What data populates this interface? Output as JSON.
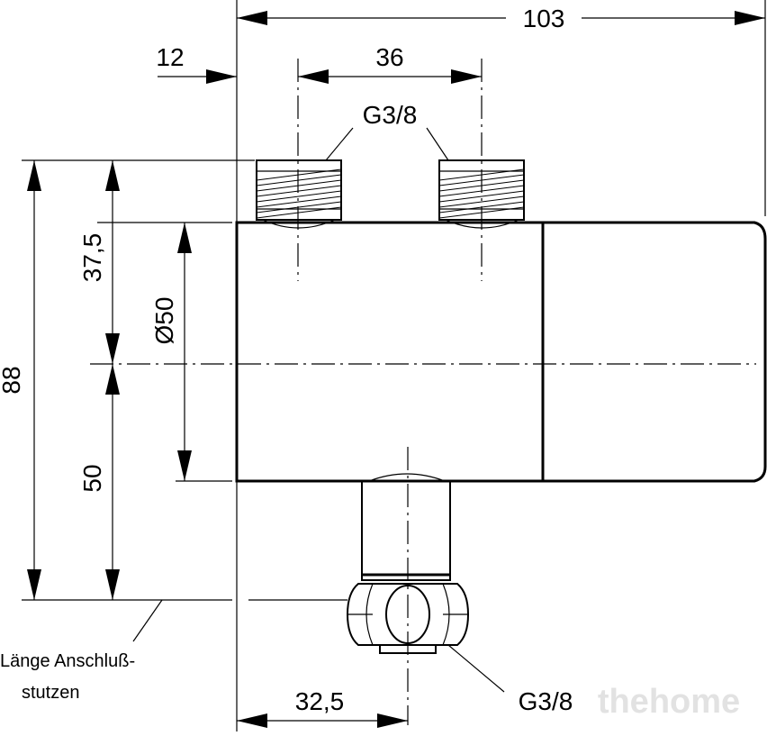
{
  "dimensions": {
    "overall_width": "103",
    "offset_left": "12",
    "inlet_spacing": "36",
    "thread_top": "G3/8",
    "height_upper": "37,5",
    "diameter": "Ø50",
    "total_height": "88",
    "height_lower": "50",
    "outlet_offset": "32,5",
    "thread_bottom": "G3/8"
  },
  "notes": {
    "connection_length_line1": "Länge Anschluß-",
    "connection_length_line2": "stutzen"
  },
  "watermark": "thehome",
  "colors": {
    "ink": "#000000",
    "background": "#ffffff",
    "watermark": "#e2e2e2"
  }
}
